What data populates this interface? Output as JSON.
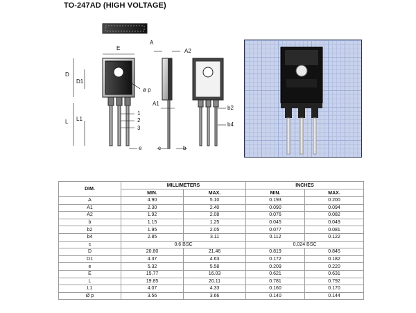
{
  "title": "TO-247AD (HIGH VOLTAGE)",
  "drawing_labels": {
    "E": "E",
    "A": "A",
    "A2": "A2",
    "D": "D",
    "D1": "D1",
    "phi_p": "ø p",
    "A1": "A1",
    "b2": "b2",
    "L": "L",
    "L1": "L1",
    "pin1": "1",
    "pin2": "2",
    "pin3": "3",
    "b4": "b4",
    "e": "e",
    "c": "c",
    "b": "b"
  },
  "table": {
    "dim_header": "DIM.",
    "mm_header": "MILLIMETERS",
    "in_header": "INCHES",
    "min_label": "MIN.",
    "max_label": "MAX.",
    "rows": [
      {
        "dim": "A",
        "mm_min": "4.90",
        "mm_max": "5.10",
        "in_min": "0.193",
        "in_max": "0.200"
      },
      {
        "dim": "A1",
        "mm_min": "2.30",
        "mm_max": "2.40",
        "in_min": "0.090",
        "in_max": "0.094"
      },
      {
        "dim": "A2",
        "mm_min": "1.92",
        "mm_max": "2.08",
        "in_min": "0.076",
        "in_max": "0.082"
      },
      {
        "dim": "b",
        "mm_min": "1.15",
        "mm_max": "1.25",
        "in_min": "0.045",
        "in_max": "0.049"
      },
      {
        "dim": "b2",
        "mm_min": "1.95",
        "mm_max": "2.05",
        "in_min": "0.077",
        "in_max": "0.081"
      },
      {
        "dim": "b4",
        "mm_min": "2.85",
        "mm_max": "3.11",
        "in_min": "0.112",
        "in_max": "0.122"
      },
      {
        "dim": "c",
        "mm_bsc": "0.6 BSC",
        "in_bsc": "0.024 BSC"
      },
      {
        "dim": "D",
        "mm_min": "20.80",
        "mm_max": "21.46",
        "in_min": "0.819",
        "in_max": "0.845"
      },
      {
        "dim": "D1",
        "mm_min": "4.37",
        "mm_max": "4.63",
        "in_min": "0.172",
        "in_max": "0.182"
      },
      {
        "dim": "e",
        "mm_min": "5.32",
        "mm_max": "5.58",
        "in_min": "0.209",
        "in_max": "0.220"
      },
      {
        "dim": "E",
        "mm_min": "15.77",
        "mm_max": "16.03",
        "in_min": "0.621",
        "in_max": "0.631"
      },
      {
        "dim": "L",
        "mm_min": "19.85",
        "mm_max": "20.11",
        "in_min": "0.781",
        "in_max": "0.792"
      },
      {
        "dim": "L1",
        "mm_min": "4.07",
        "mm_max": "4.33",
        "in_min": "0.160",
        "in_max": "0.170"
      },
      {
        "dim": "Ø p",
        "mm_min": "3.56",
        "mm_max": "3.66",
        "in_min": "0.140",
        "in_max": "0.144"
      }
    ]
  }
}
